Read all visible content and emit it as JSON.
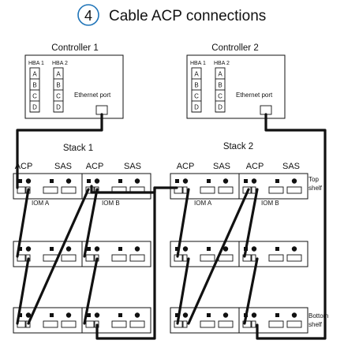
{
  "step": {
    "number": "4",
    "title": "Cable ACP connections",
    "accent_color": "#1f74b8"
  },
  "controllers": [
    {
      "label": "Controller 1",
      "hba_labels": [
        "HBA 1",
        "HBA 2"
      ],
      "ports": [
        "A",
        "B",
        "C",
        "D"
      ],
      "ethernet_label": "Ethernet port"
    },
    {
      "label": "Controller 2",
      "hba_labels": [
        "HBA 1",
        "HBA 2"
      ],
      "ports": [
        "A",
        "B",
        "C",
        "D"
      ],
      "ethernet_label": "Ethernet port"
    }
  ],
  "stacks": [
    {
      "label": "Stack 1",
      "module_headers": [
        "ACP",
        "SAS",
        "ACP",
        "SAS"
      ],
      "iom_labels": [
        "IOM A",
        "IOM B"
      ]
    },
    {
      "label": "Stack 2",
      "module_headers": [
        "ACP",
        "SAS",
        "ACP",
        "SAS"
      ],
      "iom_labels": [
        "IOM A",
        "IOM B"
      ]
    }
  ],
  "shelf_labels": {
    "top": [
      "Top",
      "shelf"
    ],
    "bottom": [
      "Bottom",
      "shelf"
    ]
  }
}
